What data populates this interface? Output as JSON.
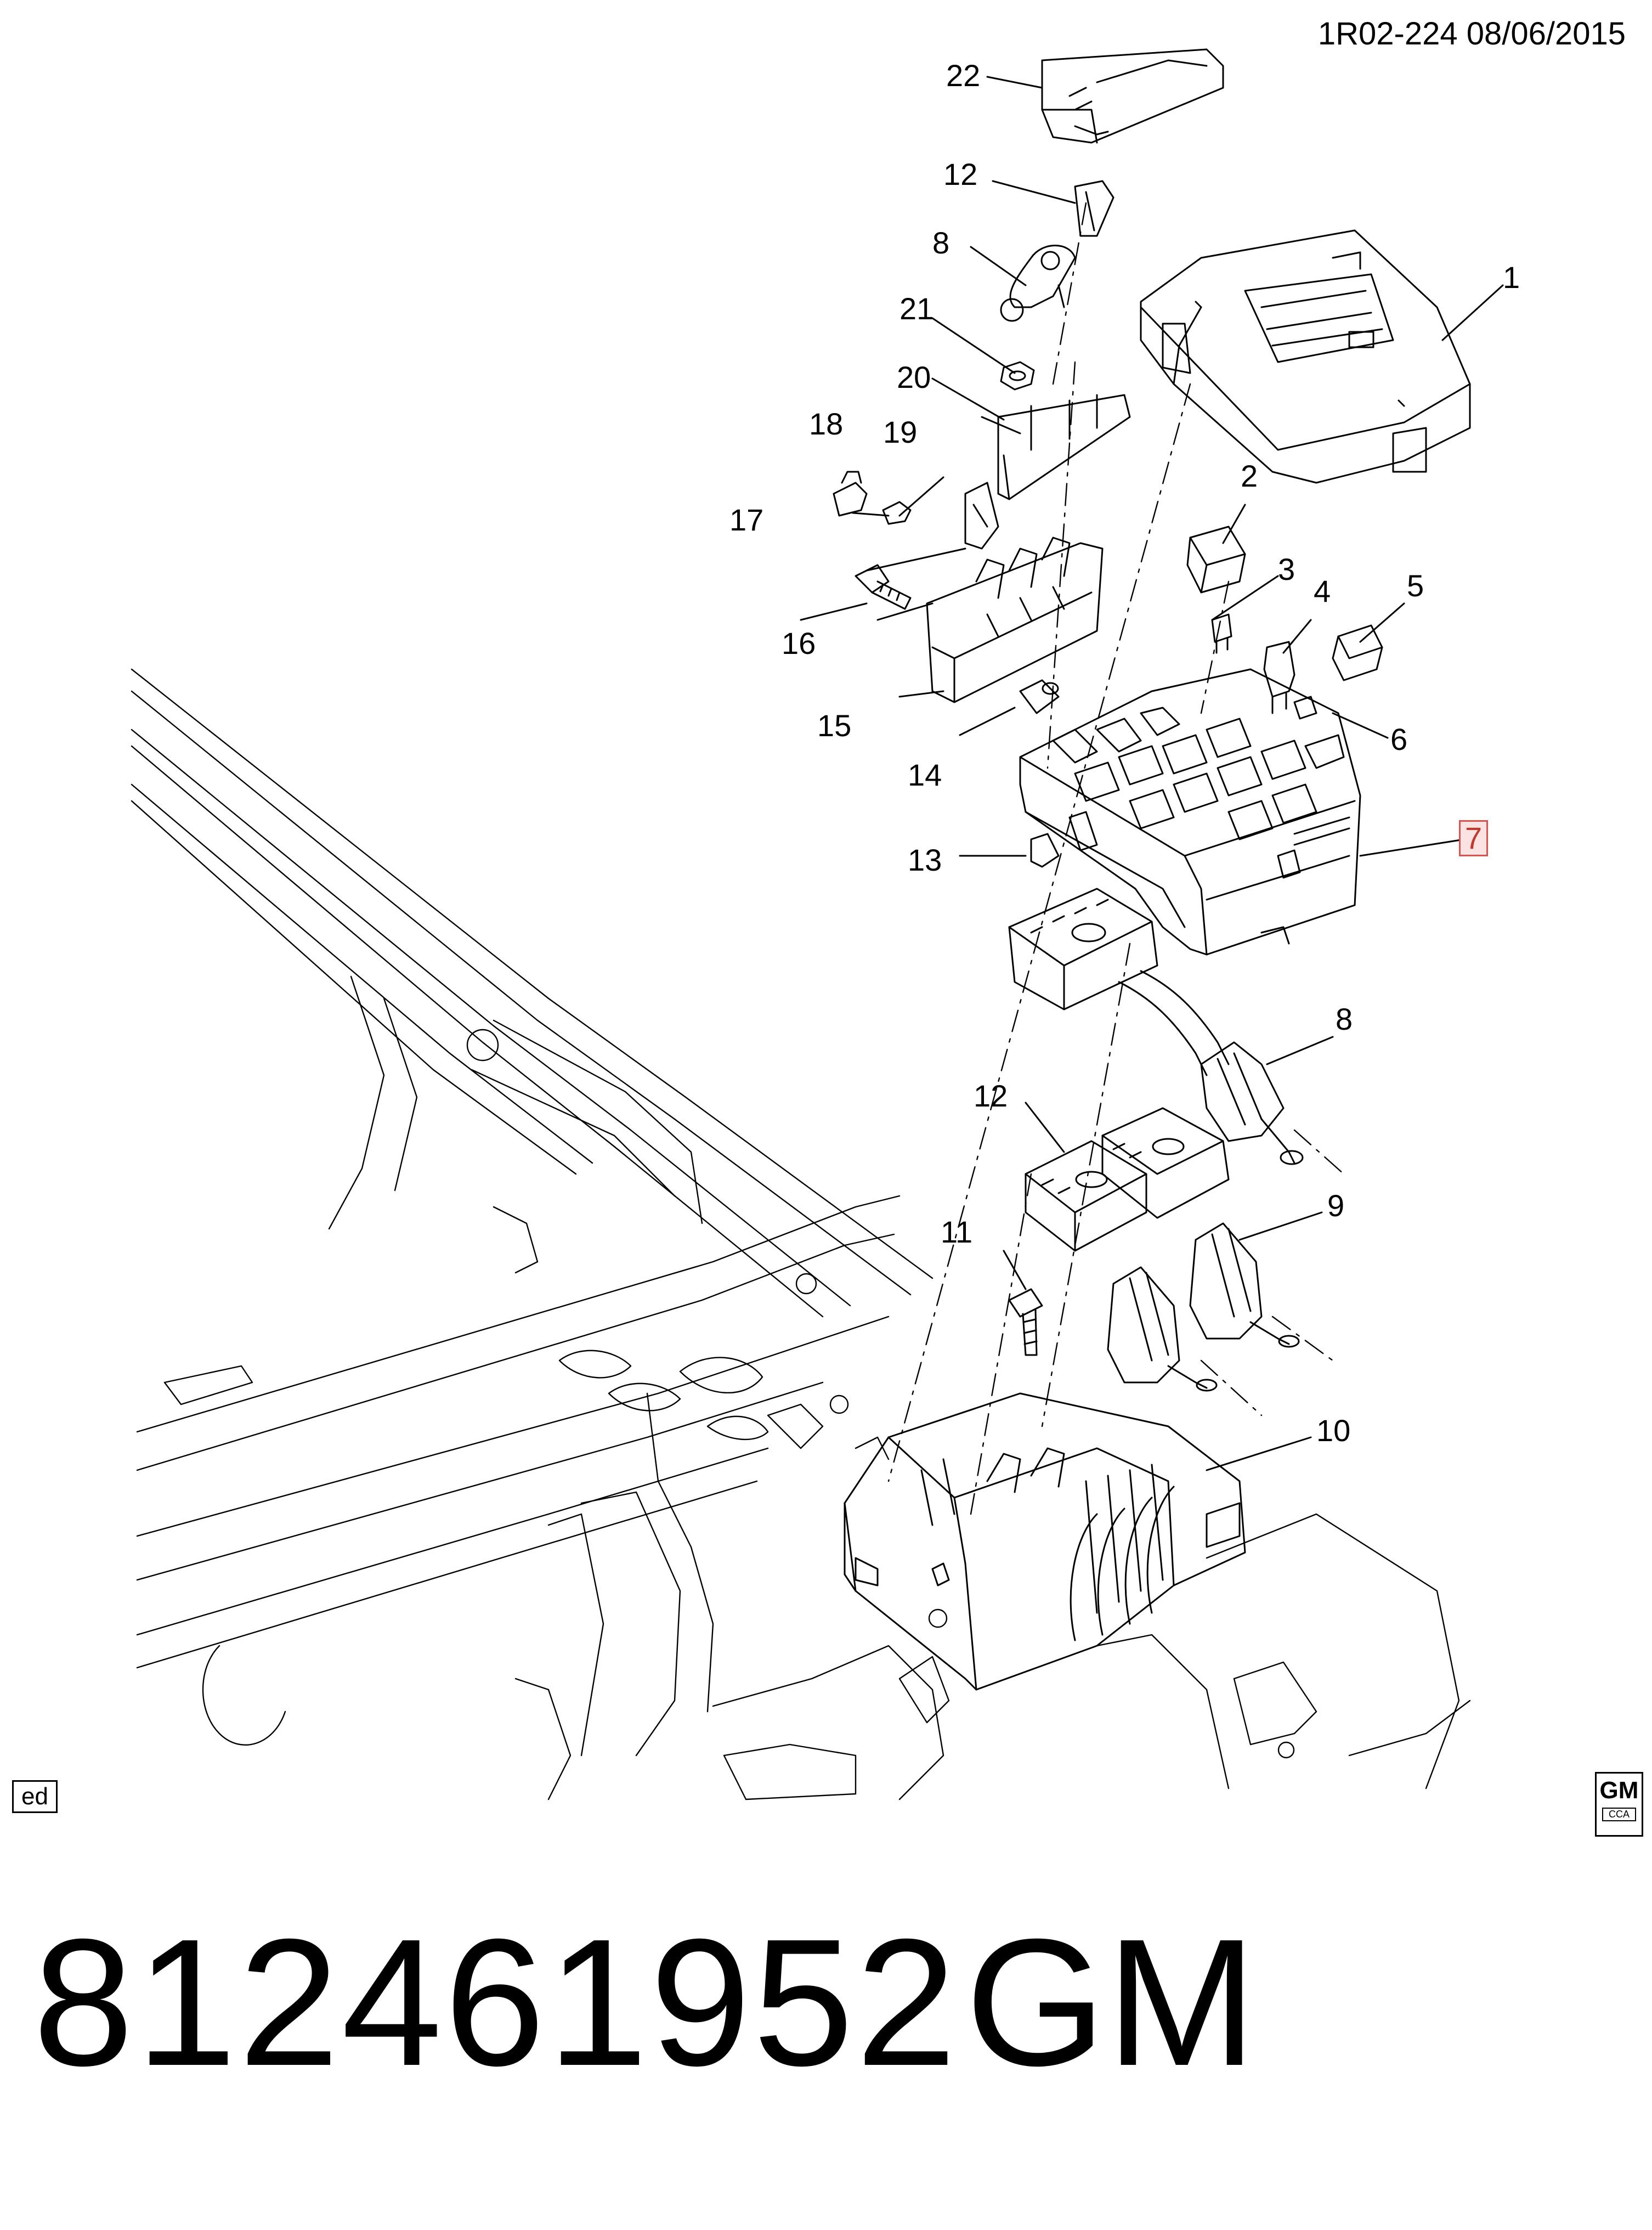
{
  "header": {
    "reference": "1R02-224  08/06/2015"
  },
  "callouts": [
    {
      "id": "c1",
      "label": "1"
    },
    {
      "id": "c2",
      "label": "2"
    },
    {
      "id": "c3",
      "label": "3"
    },
    {
      "id": "c4",
      "label": "4"
    },
    {
      "id": "c5",
      "label": "5"
    },
    {
      "id": "c6",
      "label": "6"
    },
    {
      "id": "c7",
      "label": "7",
      "highlighted": true
    },
    {
      "id": "c8a",
      "label": "8"
    },
    {
      "id": "c8b",
      "label": "8"
    },
    {
      "id": "c9",
      "label": "9"
    },
    {
      "id": "c10",
      "label": "10"
    },
    {
      "id": "c11",
      "label": "11"
    },
    {
      "id": "c12a",
      "label": "12"
    },
    {
      "id": "c12b",
      "label": "12"
    },
    {
      "id": "c13",
      "label": "13"
    },
    {
      "id": "c14",
      "label": "14"
    },
    {
      "id": "c15",
      "label": "15"
    },
    {
      "id": "c16",
      "label": "16"
    },
    {
      "id": "c17",
      "label": "17"
    },
    {
      "id": "c18",
      "label": "18"
    },
    {
      "id": "c19",
      "label": "19"
    },
    {
      "id": "c20",
      "label": "20"
    },
    {
      "id": "c21",
      "label": "21"
    },
    {
      "id": "c22",
      "label": "22"
    }
  ],
  "footer": {
    "ed_label": "ed",
    "logo": {
      "text": "GM",
      "subtext": "CCA"
    },
    "part_number": "812461952",
    "brand": "GM"
  },
  "colors": {
    "line": "#000000",
    "highlight_border": "#d9534f",
    "highlight_fill": "#fbe3e3"
  }
}
